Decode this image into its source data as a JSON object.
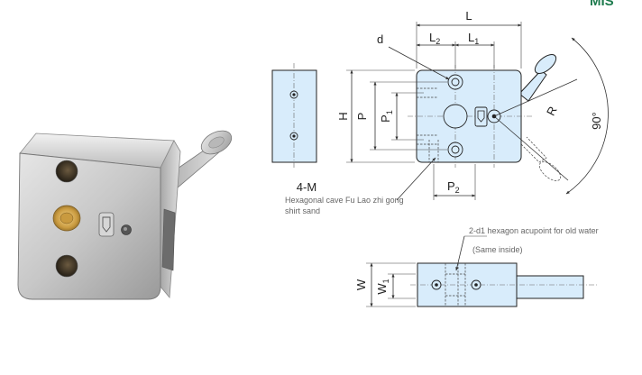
{
  "brand": {
    "text": "MIS"
  },
  "labels": {
    "L": "L",
    "L2_base": "L",
    "L2_sub": "2",
    "L1_base": "L",
    "L1_sub": "1",
    "d": "d",
    "H": "H",
    "P": "P",
    "P1_base": "P",
    "P1_sub": "1",
    "R": "R",
    "angle": "90°",
    "P2_base": "P",
    "P2_sub": "2",
    "M4": "4-M",
    "W": "W",
    "W1_base": "W",
    "W1_sub": "1"
  },
  "notes": {
    "hex_line1": "Hexagonal cave Fu Lao zhi gong",
    "hex_line2": "shirt sand",
    "hex_acupoint": "2-d1 hexagon acupoint for old water",
    "same_inside": "(Same inside)"
  },
  "icons": {
    "product_photo": "slide-lock-product-photo",
    "lever": "lever-handle-icon"
  },
  "colors": {
    "part_fill": "#d8ecfb",
    "brand": "#1e7b4e",
    "metal_face": "#c9c9c9"
  }
}
